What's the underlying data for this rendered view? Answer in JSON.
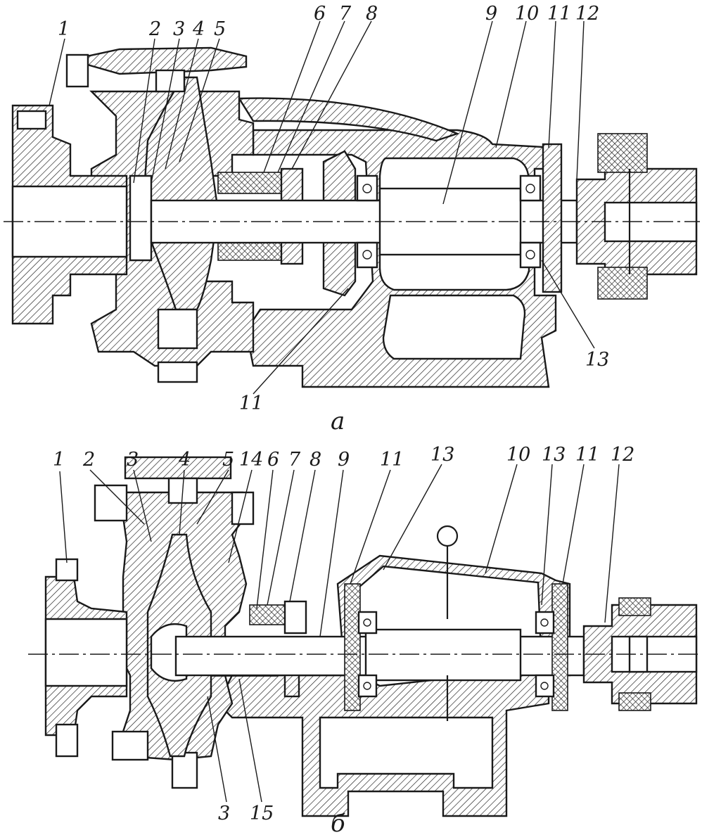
{
  "figure_a": {
    "caption": "a",
    "labels": [
      "1",
      "2",
      "3",
      "4",
      "5",
      "6",
      "7",
      "8",
      "9",
      "10",
      "11",
      "12",
      "11",
      "13"
    ]
  },
  "figure_b": {
    "caption": "б",
    "labels": [
      "1",
      "2",
      "3",
      "4",
      "5",
      "14",
      "6",
      "7",
      "8",
      "9",
      "11",
      "13",
      "10",
      "13",
      "11",
      "12",
      "3",
      "15"
    ]
  }
}
